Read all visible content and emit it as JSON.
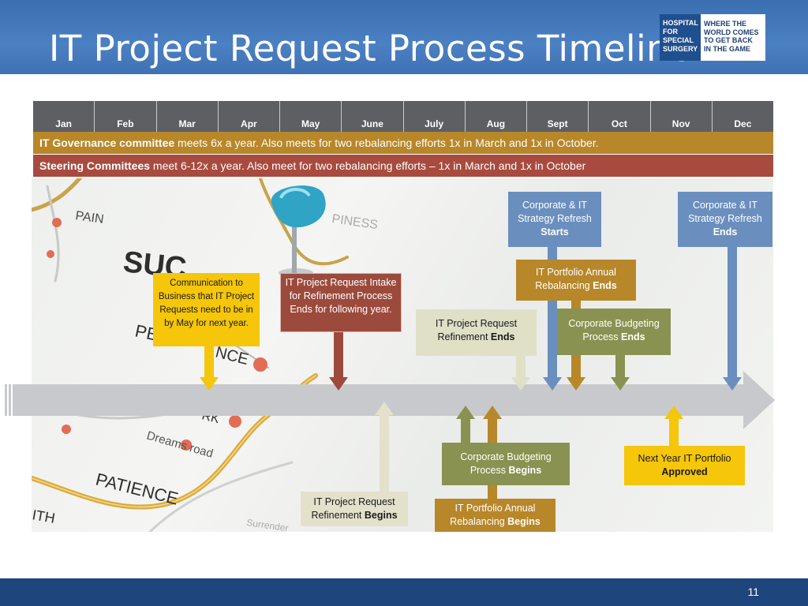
{
  "slide": {
    "title": "IT Project Request Process Timeline",
    "page_number": "11"
  },
  "logo": {
    "left_lines": [
      "HOSPITAL",
      "FOR",
      "SPECIAL",
      "SURGERY"
    ],
    "right_lines": [
      "WHERE THE",
      "WORLD COMES",
      "TO GET BACK",
      "IN THE GAME"
    ]
  },
  "months": [
    "Jan",
    "Feb",
    "Mar",
    "Apr",
    "May",
    "June",
    "July",
    "Aug",
    "Sept",
    "Oct",
    "Nov",
    "Dec"
  ],
  "bands": {
    "governance": {
      "bold": "IT Governance committee",
      "text": " meets 6x a year.  Also meets for two rebalancing efforts 1x in March and 1x in October."
    },
    "steering": {
      "bold": "Steering Committees",
      "text": " meet 6-12x a year.  Also meet for two rebalancing efforts – 1x in March and 1x in October"
    }
  },
  "map_words": [
    "PAIN",
    "SUC",
    "PINESS",
    "PE",
    "NCE",
    "Dreams road",
    "PATIENCE",
    "ITH",
    "Surrender",
    "RK"
  ],
  "events_above": [
    {
      "id": "comm",
      "text": "Communication to Business that IT Project Requests need to be in by May for next year.",
      "bold": "",
      "color": "#f5c60a"
    },
    {
      "id": "intake",
      "text": "IT Project Request Intake for Refinement Process Ends for following year.",
      "bold": "",
      "color": "#9c4a3c"
    },
    {
      "id": "refine-end",
      "text": "IT Project Request Refinement ",
      "bold": "Ends",
      "color": "#dfe0c6"
    },
    {
      "id": "strategy-start",
      "text": "Corporate & IT Strategy Refresh ",
      "bold": "Starts",
      "color": "#6a8fbf"
    },
    {
      "id": "portfolio-end",
      "text": "IT Portfolio Annual Rebalancing  ",
      "bold": "Ends",
      "color": "#b8872a"
    },
    {
      "id": "budget-end",
      "text": "Corporate Budgeting Process ",
      "bold": "Ends",
      "color": "#8a9251"
    },
    {
      "id": "strategy-end",
      "text": "Corporate & IT Strategy Refresh ",
      "bold": "Ends",
      "color": "#6a8fbf"
    }
  ],
  "events_below": [
    {
      "id": "refine-begin",
      "text": "IT Project Request Refinement ",
      "bold": "Begins",
      "color": "#e3e1cb"
    },
    {
      "id": "budget-begin",
      "text": "Corporate Budgeting Process ",
      "bold": "Begins",
      "color": "#8a9251"
    },
    {
      "id": "portfolio-begin",
      "text": "IT Portfolio Annual Rebalancing ",
      "bold": "Begins",
      "color": "#b8872a"
    },
    {
      "id": "portfolio-approved",
      "text": "Next Year IT Portfolio ",
      "bold": "Approved",
      "color": "#f5c60a"
    }
  ]
}
